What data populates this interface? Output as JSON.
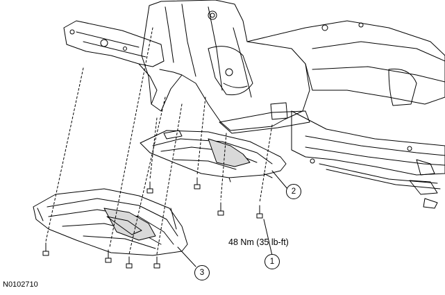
{
  "callouts": {
    "one": "1",
    "two": "2",
    "three": "3"
  },
  "torque_spec": "48 Nm (35 lb-ft)",
  "figure_id": "N0102710",
  "colors": {
    "line": "#000000",
    "background": "#ffffff",
    "shade": "#d9d9d9"
  }
}
